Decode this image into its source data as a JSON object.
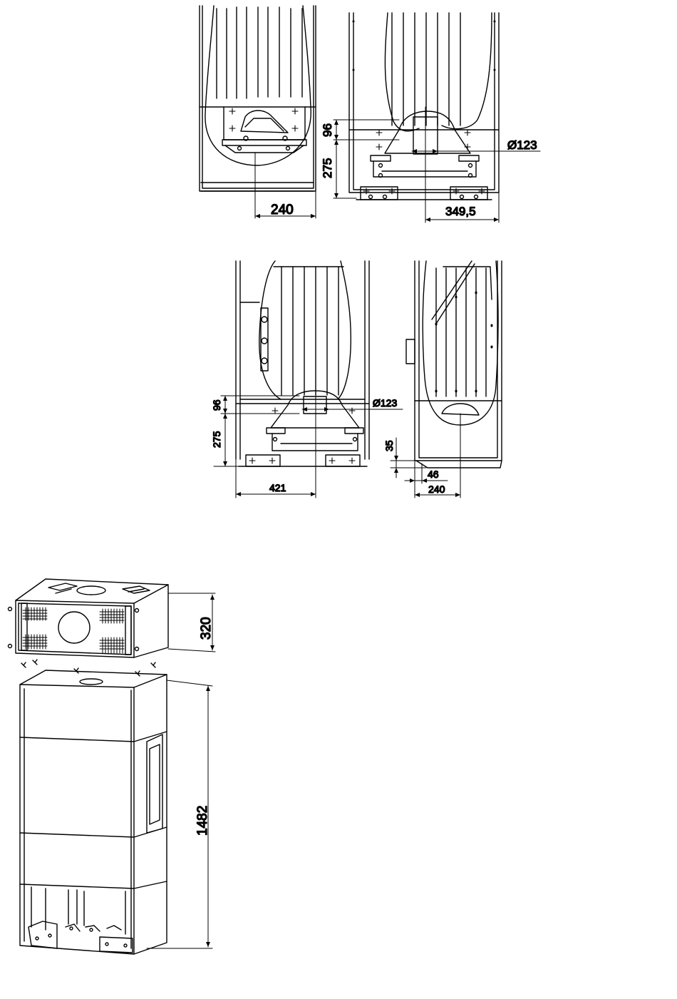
{
  "views": {
    "top_left": {
      "dim_height_upper": "96",
      "dim_height_lower": "275",
      "dim_width": "240"
    },
    "top_right": {
      "dim_diameter": "Ø123",
      "dim_width": "349,5"
    },
    "mid_left": {
      "dim_height_upper": "96",
      "dim_height_lower": "275",
      "dim_diameter": "Ø123",
      "dim_width": "421"
    },
    "mid_right": {
      "dim_height": "35",
      "dim_offset": "46",
      "dim_width": "240"
    },
    "iso": {
      "dim_top_height": "320",
      "dim_body_height": "1482"
    }
  },
  "colors": {
    "line": "#000000",
    "background": "#ffffff"
  }
}
